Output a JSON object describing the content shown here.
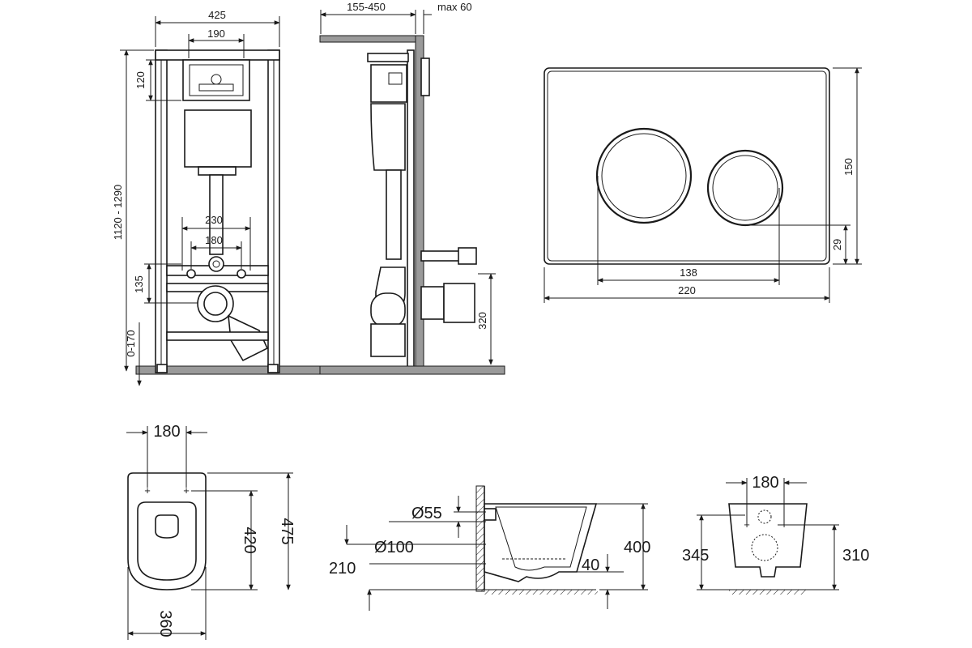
{
  "frame_front": {
    "width": "425",
    "actuator_width": "190",
    "actuator_height": "120",
    "height_range": "1120 - 1290",
    "bolt_spacing_outer": "230",
    "bolt_spacing_inner": "180",
    "outlet_height": "135",
    "feet_range": "0-170"
  },
  "frame_side": {
    "depth_range": "155-450",
    "wall_thickness": "max 60",
    "inlet_height": "320"
  },
  "flush_plate": {
    "width": "220",
    "button_spacing": "138",
    "height": "150",
    "button_offset": "29"
  },
  "bowl_top": {
    "bolt_spacing": "180",
    "depth_inner": "420",
    "depth_total": "475",
    "width": "360"
  },
  "bowl_side": {
    "inlet_diameter": "Ø55",
    "outlet_diameter": "Ø100",
    "outlet_height": "210",
    "height": "400",
    "rim_offset": "40"
  },
  "bowl_rear": {
    "bolt_spacing": "180",
    "total_height": "345",
    "outlet_height": "310"
  }
}
